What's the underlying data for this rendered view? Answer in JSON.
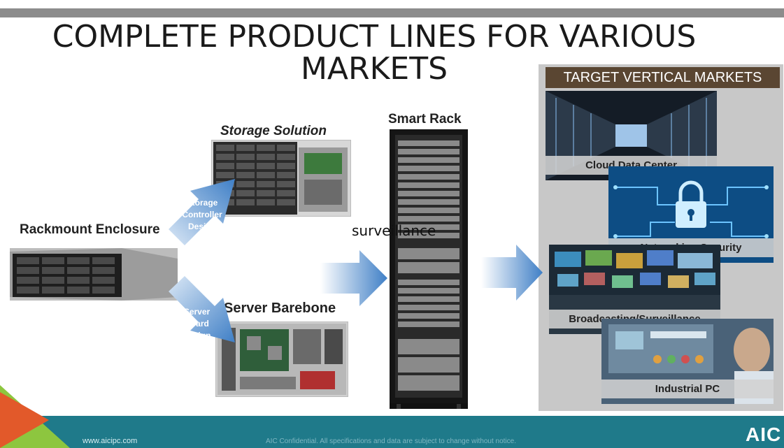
{
  "slide": {
    "title_line1": "COMPLETE PRODUCT LINES FOR VARIOUS",
    "title_line2": "MARKETS"
  },
  "products": {
    "storage_solution": "Storage Solution",
    "smart_rack": "Smart Rack",
    "rackmount_enclosure": "Rackmount Enclosure",
    "server_barebone": "Server Barebone",
    "overlay_text": "surveillance"
  },
  "arrows": {
    "upper_lines": [
      "Storage",
      "Controller",
      "Design"
    ],
    "lower_lines": [
      "Server",
      "Board",
      "Design"
    ]
  },
  "target_markets": {
    "header": "TARGET VERTICAL MARKETS",
    "items": [
      "Cloud Data Center",
      "Networking Security",
      "Broadcasting/Surveillance",
      "Industrial  PC"
    ]
  },
  "footer": {
    "url": "www.aicipc.com",
    "note": "AIC Confidential. All specifications and data are subject to change without notice.",
    "logo": "AIC"
  },
  "colors": {
    "arrow_blue": "#4a86c8",
    "footer_teal": "#1f7a8a",
    "header_brown": "#5a4632",
    "corner_orange": "#e2592a",
    "corner_green": "#8dc63f"
  }
}
